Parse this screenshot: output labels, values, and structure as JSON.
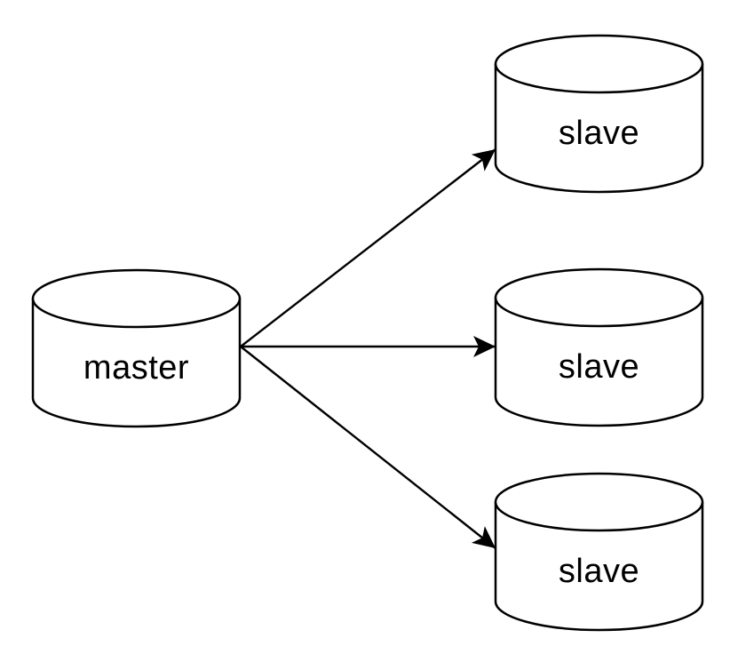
{
  "diagram": {
    "background_color": "#ffffff",
    "stroke_color": "#000000",
    "text_color": "#000000",
    "node_fill_color": "#ffffff",
    "nodes": [
      {
        "id": "master",
        "label": "master",
        "shape": "database-cylinder"
      },
      {
        "id": "slave-1",
        "label": "slave",
        "shape": "database-cylinder"
      },
      {
        "id": "slave-2",
        "label": "slave",
        "shape": "database-cylinder"
      },
      {
        "id": "slave-3",
        "label": "slave",
        "shape": "database-cylinder"
      }
    ],
    "edges": [
      {
        "from": "master",
        "to": "slave-1",
        "style": "solid",
        "arrowhead": "filled-triangle"
      },
      {
        "from": "master",
        "to": "slave-2",
        "style": "solid",
        "arrowhead": "filled-triangle"
      },
      {
        "from": "master",
        "to": "slave-3",
        "style": "solid",
        "arrowhead": "filled-triangle"
      }
    ]
  }
}
